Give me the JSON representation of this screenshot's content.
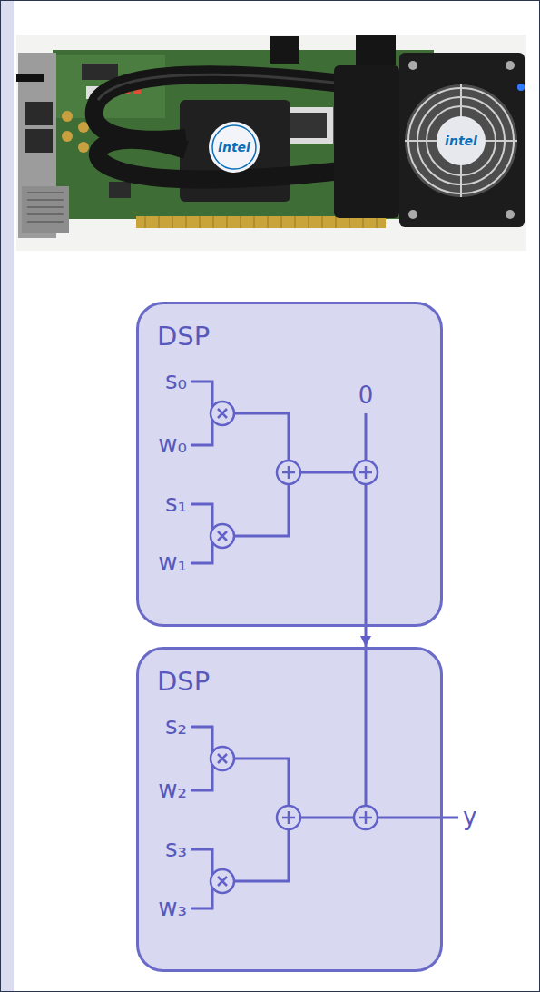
{
  "diagram": {
    "nodes": [
      {
        "text": [
          "DSP"
        ]
      },
      {
        "text": [
          "DSP"
        ]
      }
    ],
    "edges": [
      {
        "from": 0,
        "to": 1,
        "arrow": "to"
      }
    ],
    "labels": [
      "intel",
      "intel",
      "s₀",
      "w₀",
      "s₁",
      "w₁",
      "0",
      "s₂",
      "w₂",
      "s₃",
      "w₃",
      "y"
    ]
  }
}
